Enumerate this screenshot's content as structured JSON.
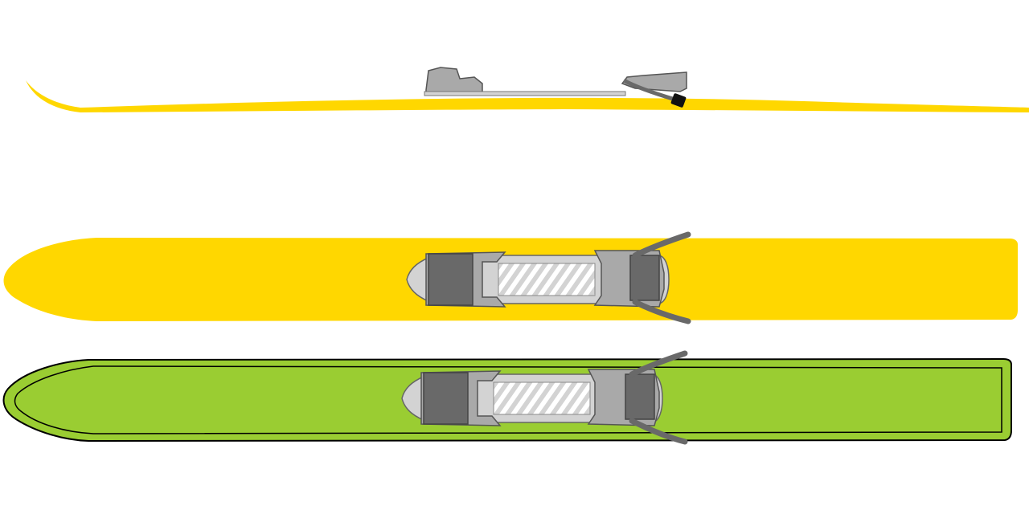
{
  "illustration": {
    "colors": {
      "background": "#ffffff",
      "yellow_ski": "#FFD700",
      "green_ski": "#9ACD32",
      "outline": "#000000",
      "binding_light": "#D3D3D3",
      "binding_mid": "#A9A9A9",
      "binding_dark": "#696969",
      "binding_stroke": "#555555"
    },
    "skis": [
      {
        "name": "side-view-yellow-ski",
        "color": "yellow_ski"
      },
      {
        "name": "top-view-yellow-ski",
        "color": "yellow_ski"
      },
      {
        "name": "top-view-green-ski",
        "color": "green_ski"
      }
    ]
  }
}
